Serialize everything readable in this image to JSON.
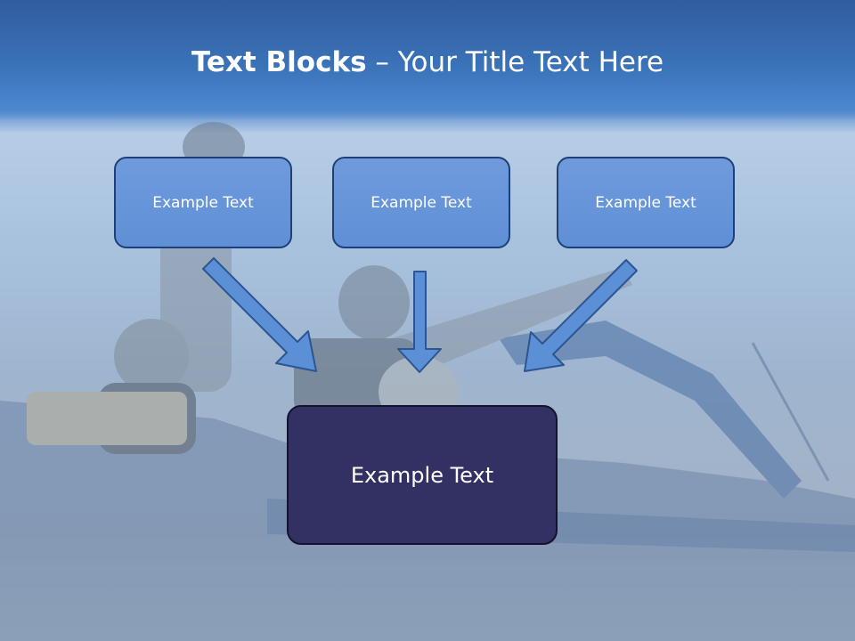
{
  "slide": {
    "title_bold": "Text Blocks",
    "title_dash": " – ",
    "title_rest": "Your Title Text Here",
    "boxes": [
      {
        "label": "Example Text"
      },
      {
        "label": "Example Text"
      },
      {
        "label": "Example Text"
      }
    ],
    "main_box": {
      "label": "Example Text"
    },
    "colors": {
      "header": "#3b72b8",
      "box_fill": "#6592d8",
      "box_border": "#1f3f78",
      "main_fill": "#333063",
      "arrow_fill": "#5b8fd6"
    }
  }
}
